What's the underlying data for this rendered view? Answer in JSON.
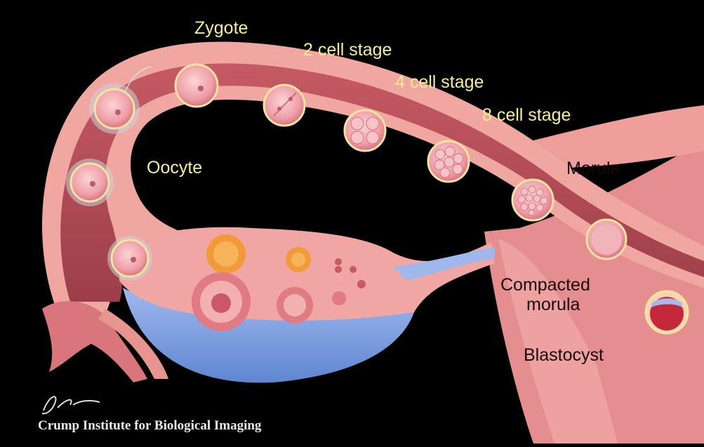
{
  "labels": {
    "zygote": "Zygote",
    "two_cell": "2 cell stage",
    "four_cell": "4 cell stage",
    "eight_cell": "8 cell stage",
    "oocyte": "Oocyte",
    "morula": "Morula",
    "compacted_morula_line1": "Compacted",
    "compacted_morula_line2": "morula",
    "blastocyst": "Blastocyst"
  },
  "credit": "Crump Institute for Biological Imaging",
  "colors": {
    "background": "#000000",
    "tube_light": "#f4a7a1",
    "tube_dark": "#a64650",
    "label_on_dark": "#f4f08a",
    "label_on_tissue": "#1b0606",
    "fluid_blue": "#6f95dc",
    "follicle_orange": "#f29a3a"
  }
}
